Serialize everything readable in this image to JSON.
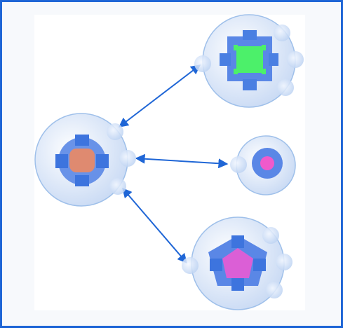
{
  "diagram": {
    "border_color": "#1f66d6",
    "panel_color": "#ffffff",
    "arrow_color": "#1f66d6",
    "node_fill": "#dfe8f7",
    "node_stroke": "#9fc0ea",
    "accent_blue": "#5a87e6",
    "nodes": [
      {
        "id": "hub",
        "core_shape": "rounded-square",
        "core_color": "#df8a70"
      },
      {
        "id": "top",
        "core_shape": "square",
        "core_color": "#4cf06a"
      },
      {
        "id": "middle",
        "core_shape": "circle",
        "core_color": "#f05acb"
      },
      {
        "id": "bottom",
        "core_shape": "pentagon",
        "core_color": "#db5fd6"
      }
    ],
    "edges": [
      {
        "from": "hub",
        "to": "top",
        "direction": "both"
      },
      {
        "from": "hub",
        "to": "middle",
        "direction": "both"
      },
      {
        "from": "hub",
        "to": "bottom",
        "direction": "both"
      }
    ]
  }
}
